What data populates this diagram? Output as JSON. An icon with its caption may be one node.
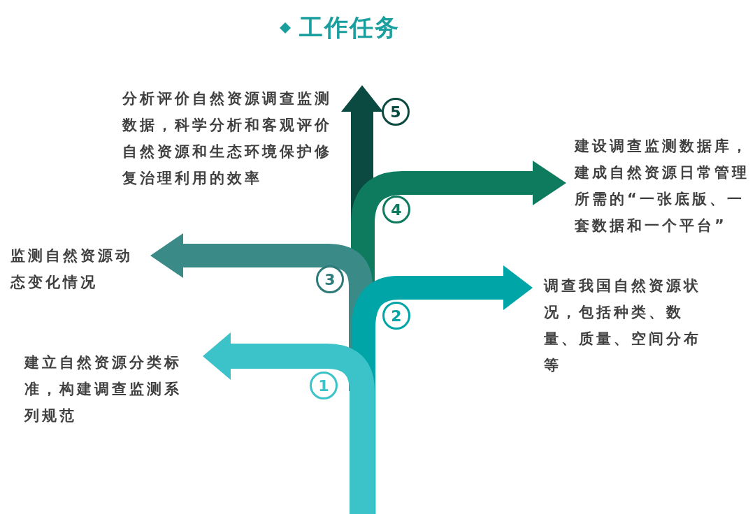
{
  "diagram": {
    "title": "工作任务",
    "nodes": [
      {
        "text": [
          "分析评价自然资源调查监测数据，科学分析和客观评价自然资源和生态环境保护修复治理利用的效率"
        ]
      },
      {
        "text": [
          "5"
        ]
      },
      {
        "text": [
          "建设调查监测数据库，建成自然资源日常管理所需的“一张底版、一套数据和一个平台”"
        ]
      },
      {
        "text": [
          "4"
        ]
      },
      {
        "text": [
          "监测自然资源动态变化情况"
        ]
      },
      {
        "text": [
          "3"
        ]
      },
      {
        "text": [
          "调查我国自然资源状况，包括种类、数量、质量、空间分布等"
        ]
      },
      {
        "text": [
          "2"
        ]
      },
      {
        "text": [
          "建立自然资源分类标准，构建调查监测系列规范"
        ]
      },
      {
        "text": [
          "1"
        ]
      }
    ]
  }
}
